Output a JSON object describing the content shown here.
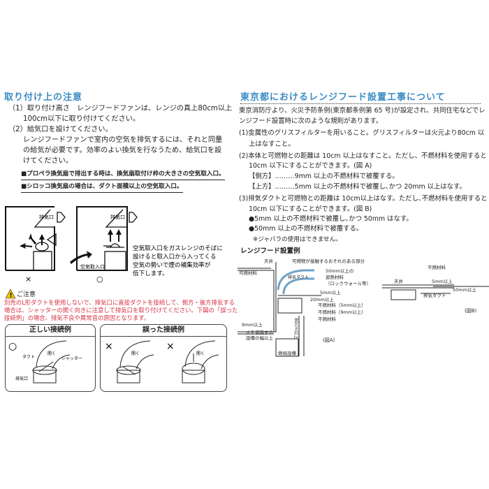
{
  "left": {
    "title": "取り付け上の注意",
    "lines": [
      "（1）取り付け高さ　レンジフードファンは、レンジの真上80cm以上",
      "100cm以下に取り付けてください。",
      "（2）給気口を設けてください。",
      "レンジフードファンで室内の空気を排気するには、それと同量",
      "の給気が必要です。効率のよい換気を行なうため、給気口を設",
      "けてください。"
    ],
    "notes": [
      "■プロペラ換気扇で排出する時は、換気扇取付け枠の大きさの空気取入口。",
      "■シロッコ換気扇の場合は、ダクト面積以上の空気取入口。"
    ],
    "diagram": {
      "exhaust": "排気口",
      "intake": "空気取入口",
      "bad_mark": "×",
      "good_mark": "○",
      "explanation": [
        "空気取入口をガスレンジのそばに",
        "設けると取入口から入ってくる",
        "空気の勢いで煙の補集効率が",
        "低下します。"
      ]
    },
    "caution": {
      "title": "ご注意",
      "text": [
        "別売のL形ダクトを使用しないで、排気口に直接ダクトを接続して、側方・後方排気する",
        "場合は、シャッターの開く向きに注意して排気口を取り付けてください。下図の「誤った",
        "接続例」の場合、排気不良や異常音の原因となります。"
      ]
    },
    "correct": {
      "title": "正しい接続例",
      "mark": "○",
      "duct": "ダクト",
      "open": "開く",
      "shutter": "シャッター",
      "outlet": "排気口"
    },
    "wrong": {
      "title": "誤った接続例",
      "mark": "×",
      "open": "開く"
    }
  },
  "right": {
    "title": "東京都におけるレンジフード設置工事について",
    "intro": [
      "東京消防庁より、火災予防条例(東京都条例第 65 号)が設定され、共同住宅などでレ",
      "ンジフード設置時に次のような規則があります。"
    ],
    "rule1": [
      "(1)金属性のグリスフィルターを用いること。グリスフィルターは火元より80cm 以",
      "上はなすこと。"
    ],
    "rule2": [
      "(2)本体と可燃物との距離は 10cm 以上はなすこと。ただし、不燃材料を使用すると",
      "10cm 以下にすることができます。(図 A)",
      "【側方】………9mm 以上の不燃材料で被覆する。",
      "【上方】………5mm 以上の不燃材料で被覆し､かつ 20mm 以上はなす。"
    ],
    "rule3": [
      "(3)排気ダクトと可燃物との距離は 10cm以上はなす。ただし､不燃材料を使用すると",
      "10cm 以下にすることができます。(図 B)",
      "●5mm 以上の不燃材料で被覆し､かつ 50mm はなす。",
      "●50mm 以上の不燃材料で被覆する。",
      "※ジャバラの使用はできません。"
    ]
  },
  "figures": {
    "title": "レンジフード設置例",
    "a": {
      "ceiling": "天井",
      "combustible_part": "可燃物が接触するおそれのある部分",
      "combustible": "可燃材料",
      "insulation": [
        "50mm以上の",
        "遮熱材料",
        "（ロックウォール等）"
      ],
      "duct": "排気ダクト",
      "d5": "5mm以上",
      "d20": "20mm以上",
      "nc5": "不燃材料（5mm以上）",
      "nc9": "不燃材料（9mm以上）",
      "nc": "不燃材料",
      "d9": "9mm以上",
      "width": [
        "火を使用する",
        "設備の幅以上"
      ],
      "h80": "80cm以上",
      "burner": "燃焼設備",
      "caption": "(図A)"
    },
    "b": {
      "ceiling": "天井",
      "nc": "不燃材料",
      "d5": "5mm以上",
      "d50": "50mm以上",
      "duct": "排気ダクト",
      "caption": "(図B)"
    }
  }
}
